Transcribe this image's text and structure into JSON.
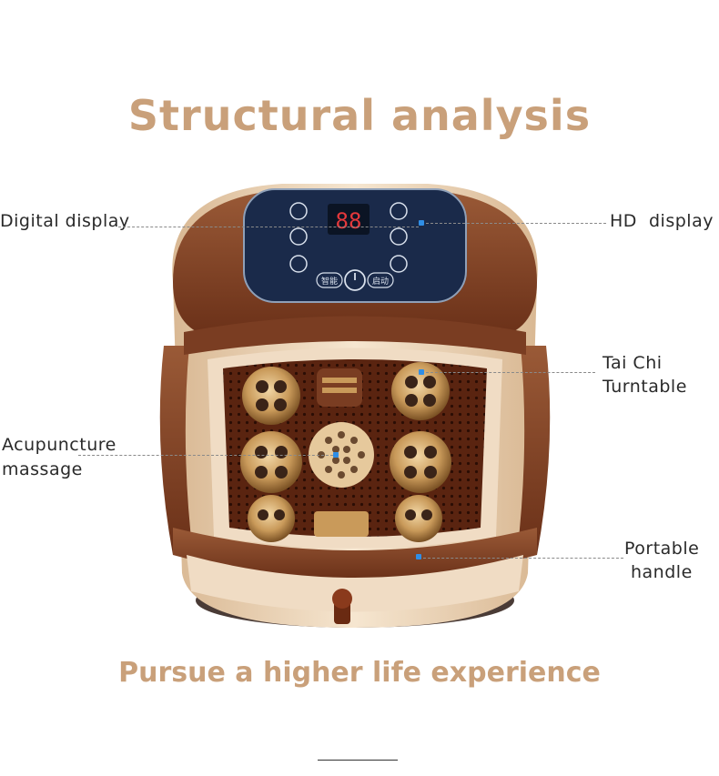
{
  "header": {
    "title": "Structural analysis"
  },
  "footer": {
    "tagline": "Pursue a higher life experience"
  },
  "callouts": {
    "digital_display": "Digital display",
    "hd_display": "HD  display",
    "tai_chi_line1": "Tai Chi",
    "tai_chi_line2": "Turntable",
    "acupuncture_line1": "Acupuncture",
    "acupuncture_line2": "massage",
    "portable_line1": "Portable",
    "portable_line2": "handle"
  },
  "panel": {
    "lcd_value": "88",
    "btn_smart": "智能",
    "btn_start": "启动"
  },
  "colors": {
    "title": "#c9a07a",
    "body_brown": "#7a3d22",
    "body_cream": "#f0dcc4",
    "panel_navy": "#1a2a4a",
    "lcd_red": "#e5383b",
    "marker_blue": "#2f8ee6"
  }
}
